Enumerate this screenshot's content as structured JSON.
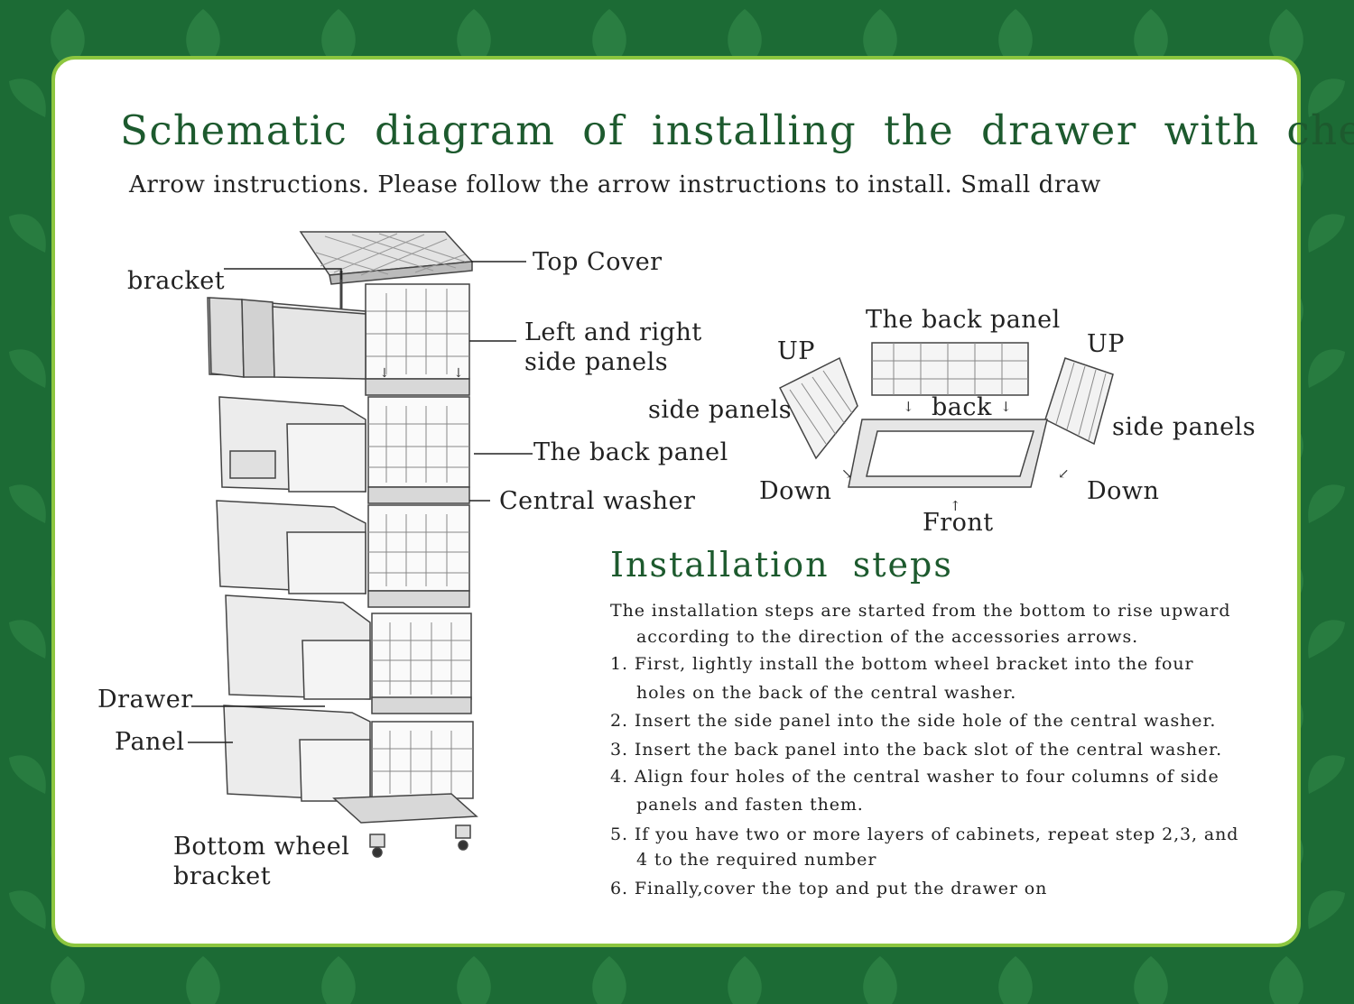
{
  "title": "Schematic diagram of installing the drawer with chest",
  "subtitle": "Arrow  instructions. Please follow the arrow instructions to install. Small draw",
  "left_labels": {
    "bracket": "bracket",
    "top_cover": "Top Cover",
    "left_right_1": "Left and right",
    "left_right_2": "side panels",
    "back_panel": "The back panel",
    "central_washer": "Central washer",
    "drawer": "Drawer",
    "panel": "Panel",
    "bottom_wheel_1": "Bottom wheel",
    "bottom_wheel_2": "bracket"
  },
  "right_labels": {
    "back_panel": "The back panel",
    "up_left": "UP",
    "up_right": "UP",
    "side_panels_left": "side panels",
    "side_panels_right": "side panels",
    "back": "back",
    "down_left": "Down",
    "down_right": "Down",
    "front": "Front"
  },
  "steps": {
    "heading": "Installation  steps",
    "intro_1": "The installation steps are started from the bottom to rise upward",
    "intro_2": "according to the direction of the accessories arrows.",
    "s1a": "1. First, lightly install the bottom wheel bracket into the four",
    "s1b": "holes on the back of the central washer.",
    "s2": "2. Insert the side panel into the side hole of the central washer.",
    "s3": "3. Insert the back panel into the back slot of the central washer.",
    "s4a": "4. Align four holes of the central washer to four columns of side",
    "s4b": "panels and fasten them.",
    "s5a": "5. If you have two or more layers of cabinets, repeat step 2,3, and",
    "s5b": "4 to the required number",
    "s6": "6. Finally,cover the top and put the drawer on"
  },
  "colors": {
    "background_green": "#1c6b35",
    "border_lime": "#8cc63f",
    "title_green": "#1d5a2e"
  }
}
